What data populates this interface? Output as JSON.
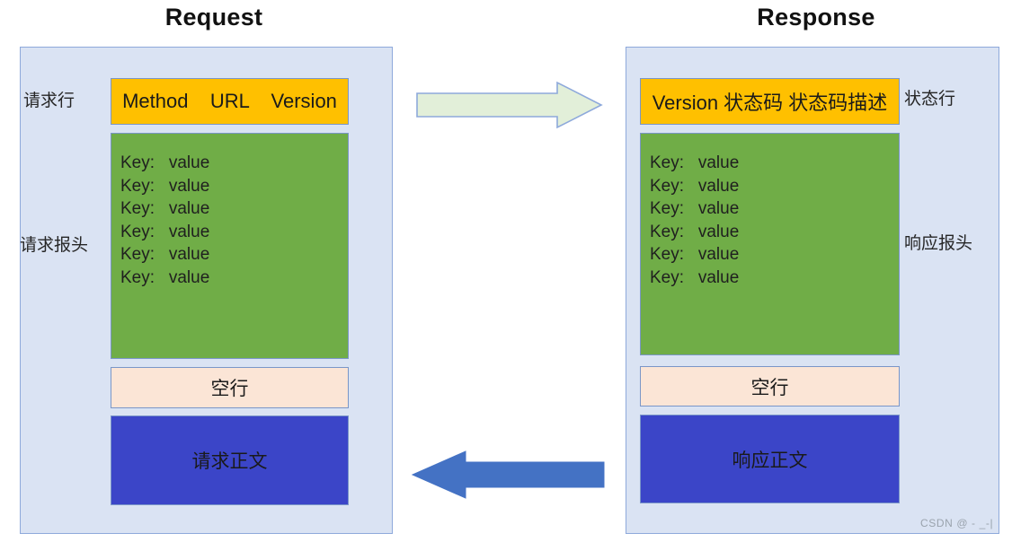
{
  "titles": {
    "request": "Request",
    "response": "Response"
  },
  "request_panel": {
    "start_line": {
      "label": "请求行",
      "text": "Method    URL    Version"
    },
    "headers": {
      "label": "请求报头",
      "lines": [
        "Key:   value",
        "Key:   value",
        "Key:   value",
        "Key:   value",
        "Key:   value",
        "Key:   value"
      ]
    },
    "empty_line": {
      "text": "空行"
    },
    "body": {
      "text": "请求正文"
    }
  },
  "response_panel": {
    "start_line": {
      "label": "状态行",
      "text": "Version 状态码 状态码描述"
    },
    "headers": {
      "label": "响应报头",
      "lines": [
        "Key:   value",
        "Key:   value",
        "Key:   value",
        "Key:   value",
        "Key:   value",
        "Key:   value"
      ]
    },
    "empty_line": {
      "text": "空行"
    },
    "body": {
      "text": "响应正文"
    }
  },
  "arrows": {
    "request_arrow": {
      "direction": "right",
      "fill": "#E2EFD9",
      "stroke": "#8EA9DB"
    },
    "response_arrow": {
      "direction": "left",
      "fill": "#4472C4",
      "stroke": "#4472C4"
    }
  },
  "colors": {
    "panel_background": "#DAE3F3",
    "panel_border": "#8EA9DB",
    "start_line": "#FFC000",
    "headers": "#70AD47",
    "empty_line": "#FBE5D6",
    "body": "#3B45C8"
  },
  "watermark": {
    "text": "CSDN @ - _-|"
  }
}
